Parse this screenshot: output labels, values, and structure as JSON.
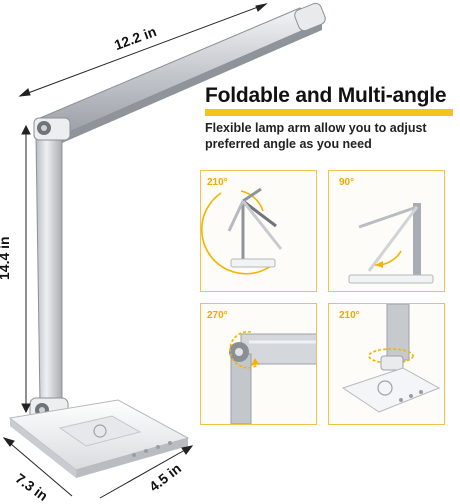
{
  "dimensions": {
    "arm_length": "12.2 in",
    "height": "14.4 in",
    "base_width": "7.3 in",
    "base_depth": "4.5 in"
  },
  "feature": {
    "title": "Foldable and Multi-angle",
    "desc_line1": "Flexible lamp arm allow you to adjust",
    "desc_line2": "preferred angle as you need"
  },
  "panels": [
    {
      "angle": "210°"
    },
    {
      "angle": "90°"
    },
    {
      "angle": "270°"
    },
    {
      "angle": "210°"
    }
  ],
  "colors": {
    "accent": "#f6c21c",
    "panel_border": "#f2c24a",
    "angle_text": "#f2a900",
    "silver": "#cfd3d8"
  }
}
